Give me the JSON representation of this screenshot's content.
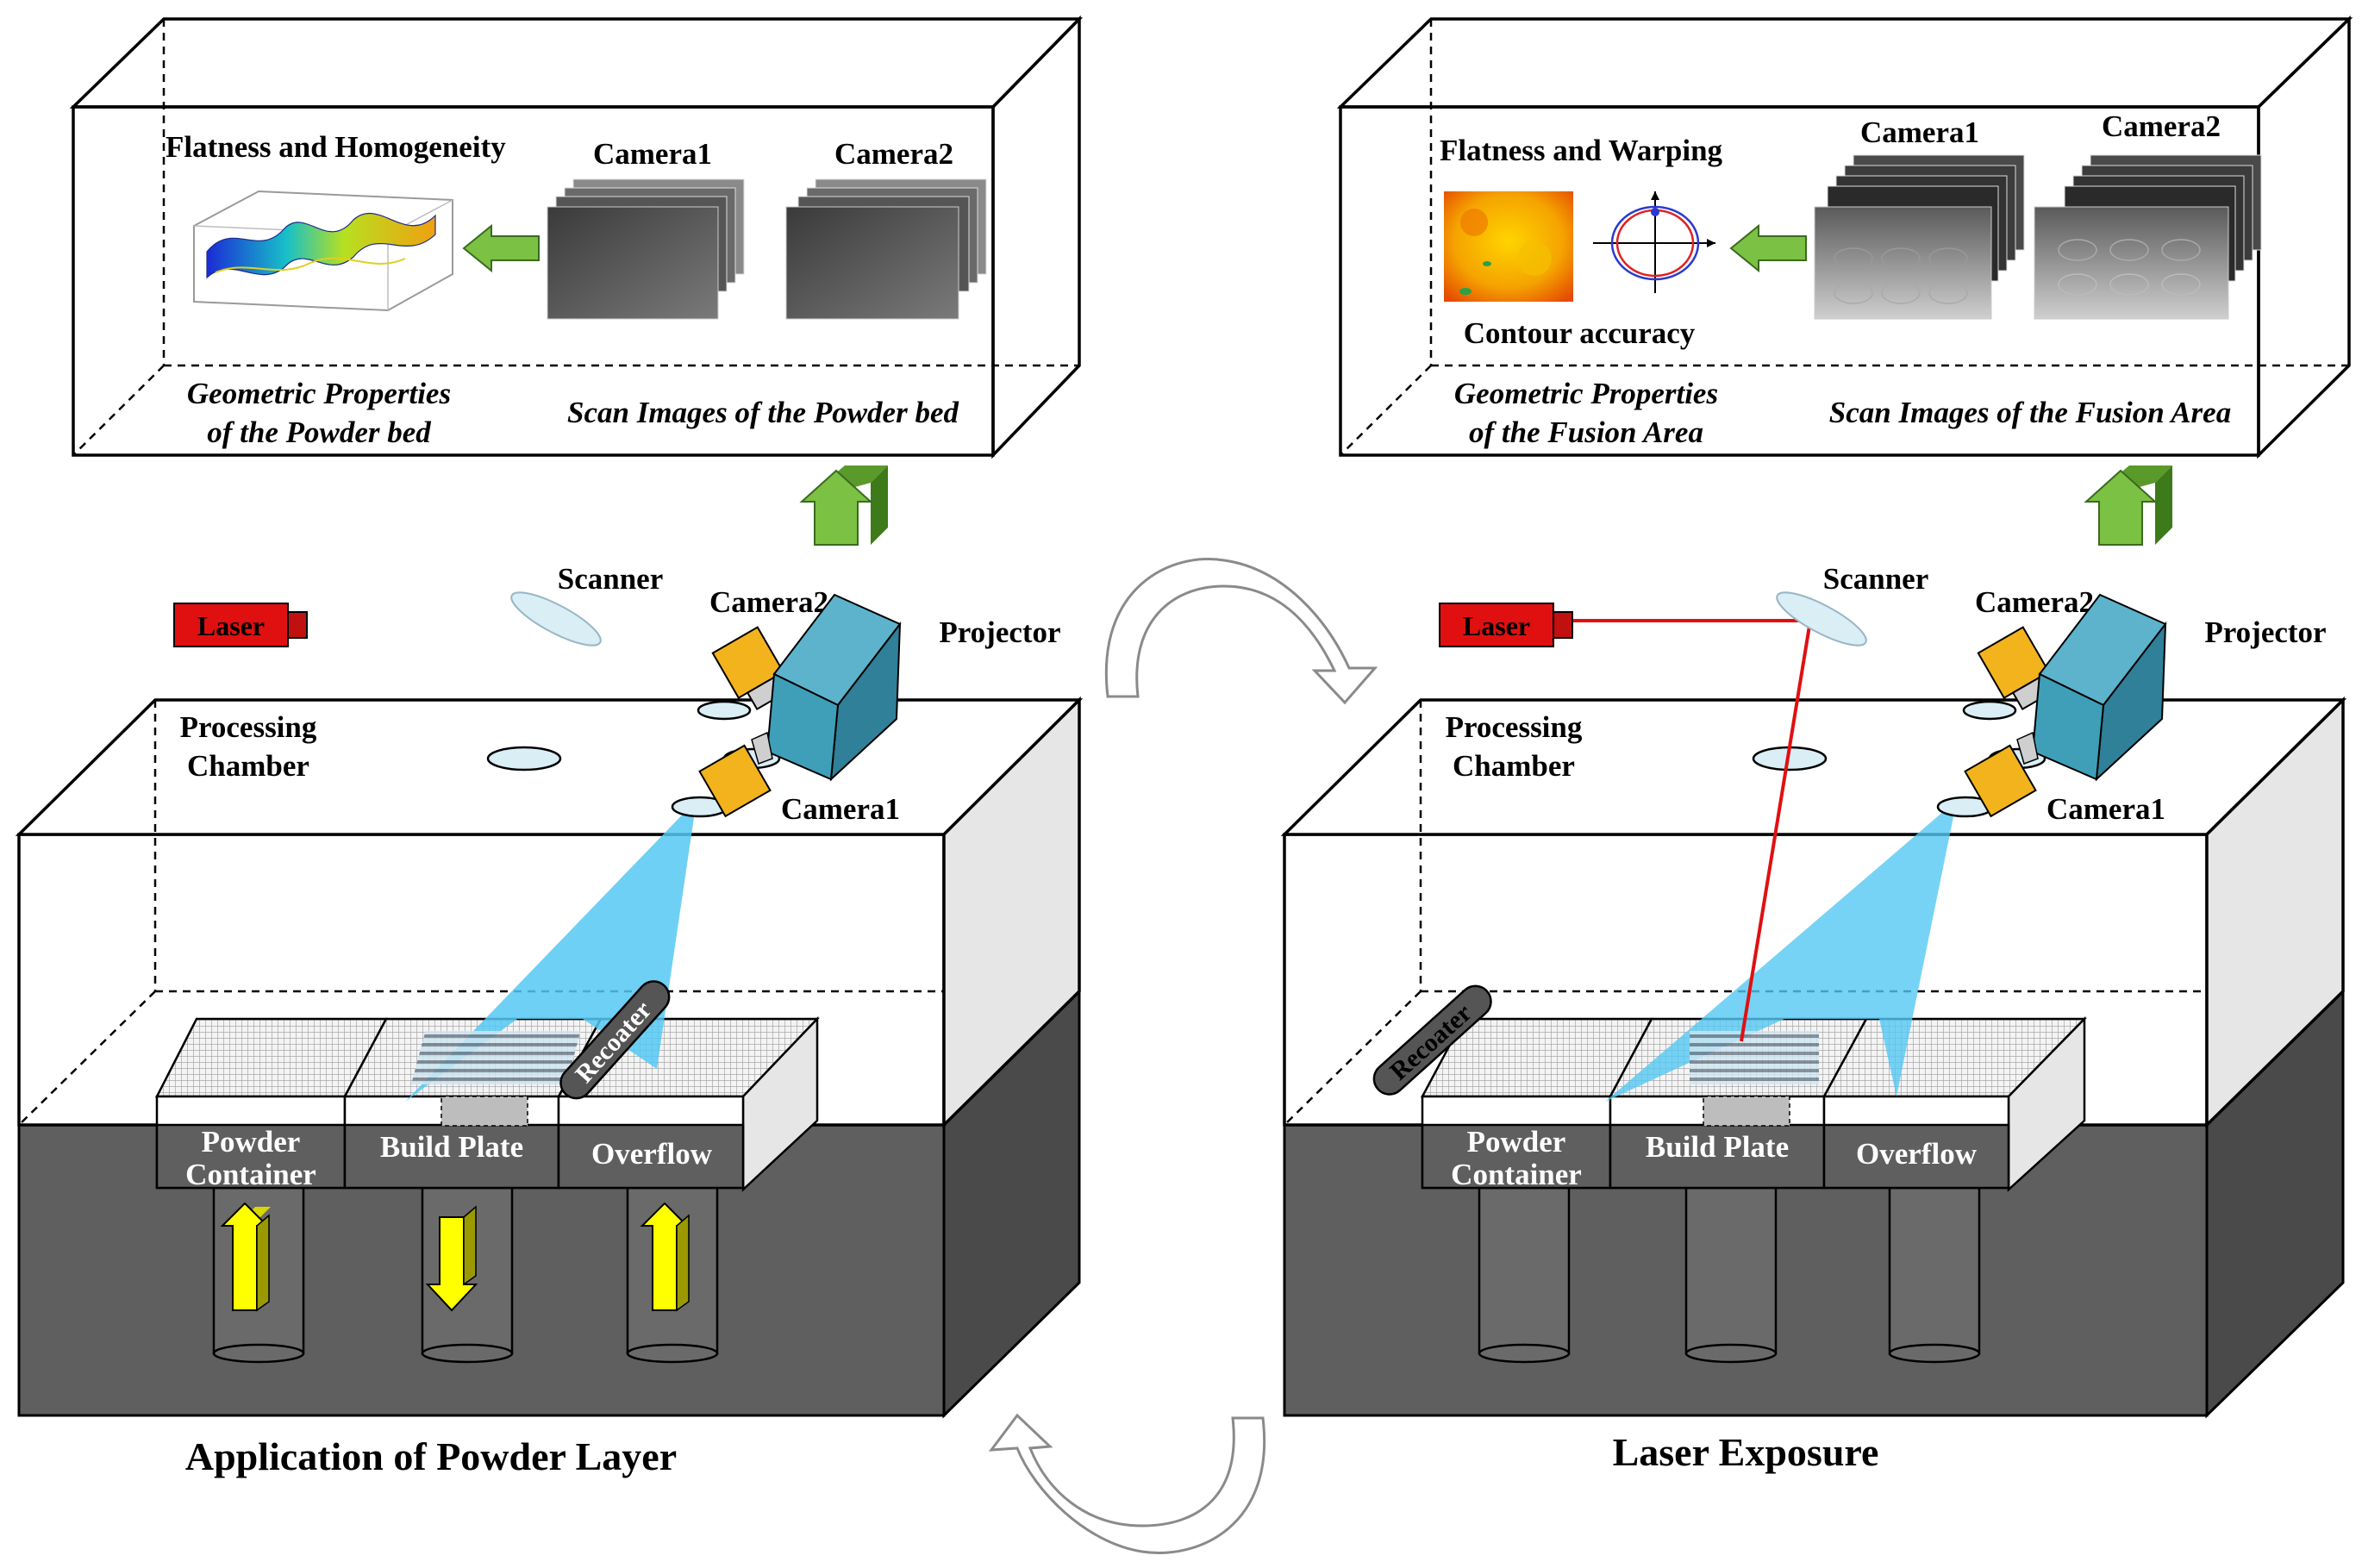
{
  "left_panel": {
    "title": "Application of Powder Layer",
    "box_heading": "Flatness and Homogeneity",
    "camera1_label": "Camera1",
    "camera2_label": "Camera2",
    "caption_left_line1": "Geometric Properties",
    "caption_left_line2": "of the Powder bed",
    "caption_right": "Scan Images of the Powder bed",
    "laser": "Laser",
    "scanner": "Scanner",
    "camera2": "Camera2",
    "projector": "Projector",
    "chamber_line1": "Processing",
    "chamber_line2": "Chamber",
    "camera1": "Camera1",
    "recoater": "Recoater",
    "powder_line1": "Powder",
    "powder_line2": "Container",
    "build_plate": "Build Plate",
    "overflow": "Overflow"
  },
  "right_panel": {
    "title": "Laser Exposure",
    "box_heading": "Flatness and Warping",
    "contour": "Contour accuracy",
    "camera1_label": "Camera1",
    "camera2_label": "Camera2",
    "caption_left_line1": "Geometric Properties",
    "caption_left_line2": "of the Fusion Area",
    "caption_right": "Scan Images of the Fusion Area",
    "laser": "Laser",
    "scanner": "Scanner",
    "camera2": "Camera2",
    "projector": "Projector",
    "chamber_line1": "Processing",
    "chamber_line2": "Chamber",
    "camera1": "Camera1",
    "recoater": "Recoater",
    "powder_line1": "Powder",
    "powder_line2": "Container",
    "build_plate": "Build Plate",
    "overflow": "Overflow"
  },
  "colors": {
    "dark_base": "#5f5f5f",
    "laser_red": "#e01010",
    "camera_orange": "#f2b31d",
    "projector_blue": "#3f9fb8",
    "beam_blue": "#55c8f2",
    "arrow_green": "#7bc143",
    "arrow_yellow": "#ffff00"
  }
}
